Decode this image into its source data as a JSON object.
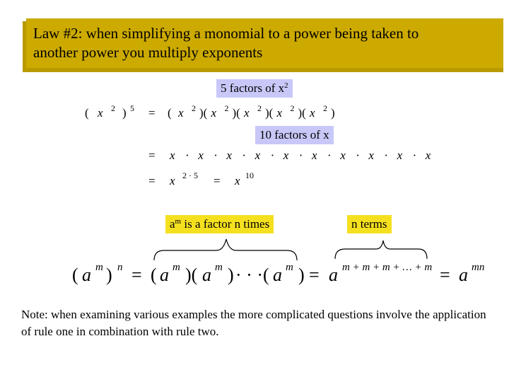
{
  "banner": {
    "line1": "Law #2: when simplifying a monomial to a power being taken to",
    "line2": "another power you multiply exponents"
  },
  "labels": {
    "five_factors": "5 factors of x",
    "five_factors_sup": "2",
    "ten_factors": "10 factors of x",
    "am_base": "a",
    "am_sup": "m",
    "am_rest": " is a factor n times",
    "n_terms": "n terms"
  },
  "line1": {
    "lhs_open": "(",
    "lhs_x": "x",
    "lhs_exp": "2",
    "lhs_close": ")",
    "lhs_power": "5",
    "eq": "=",
    "open": "(",
    "factors": [
      {
        "x": "x",
        "exp": "2",
        "sep": ")("
      },
      {
        "x": "x",
        "exp": "2",
        "sep": ")("
      },
      {
        "x": "x",
        "exp": "2",
        "sep": ")("
      },
      {
        "x": "x",
        "exp": "2",
        "sep": ")("
      },
      {
        "x": "x",
        "exp": "2",
        "sep": ")"
      }
    ]
  },
  "line2": {
    "eq": "=",
    "x": "x",
    "dot": "·"
  },
  "line3": {
    "eq1": "=",
    "x1": "x",
    "exp1": "2 · 5",
    "eq2": "=",
    "x2": "x",
    "exp2": "10"
  },
  "general": {
    "open_paren": "(",
    "a": "a",
    "m": "m",
    "close_paren": ")",
    "n": "n",
    "eq": "=",
    "paren_pair": ")(",
    "dots": "· · ·",
    "sum_exp": "m + m + m + … + m",
    "mn": "mn"
  },
  "note": "Note: when examining various examples the more complicated questions involve the application of rule one in combination with rule two."
}
